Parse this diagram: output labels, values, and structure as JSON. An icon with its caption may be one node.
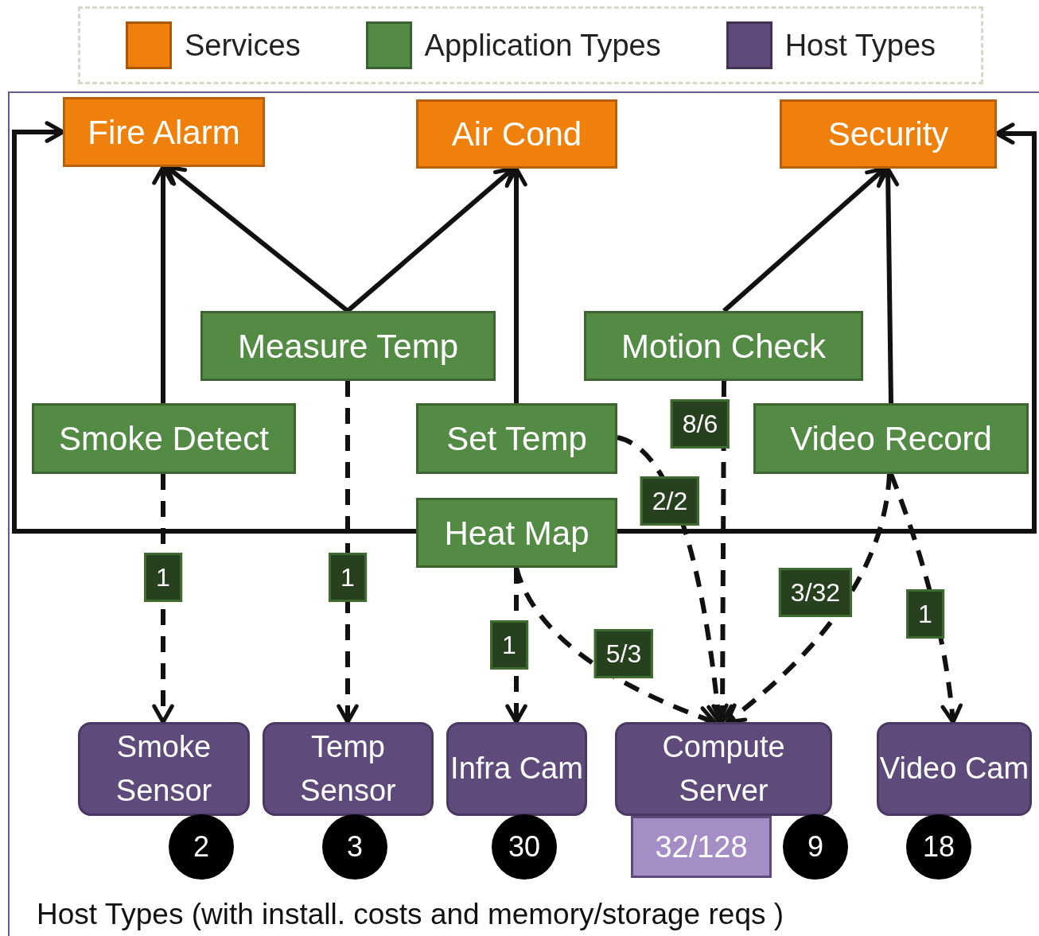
{
  "diagram": {
    "caption": "Host Types (with install. costs and memory/storage reqs )",
    "nodes": [
      {
        "text": [
          "Fire Alarm"
        ]
      },
      {
        "text": [
          "Air Cond"
        ]
      },
      {
        "text": [
          "Security"
        ]
      },
      {
        "text": [
          "Measure Temp"
        ]
      },
      {
        "text": [
          "Motion Check"
        ]
      },
      {
        "text": [
          "Smoke Detect"
        ]
      },
      {
        "text": [
          "Set Temp"
        ]
      },
      {
        "text": [
          "Video Record"
        ]
      },
      {
        "text": [
          "Heat Map"
        ]
      },
      {
        "text": [
          "Smoke Sensor"
        ]
      },
      {
        "text": [
          "Temp Sensor"
        ]
      },
      {
        "text": [
          "Infra Cam"
        ]
      },
      {
        "text": [
          "Compute Server"
        ]
      },
      {
        "text": [
          "Video Cam"
        ]
      },
      {
        "text": [
          "2"
        ]
      },
      {
        "text": [
          "3"
        ]
      },
      {
        "text": [
          "30"
        ]
      },
      {
        "text": [
          "32/128"
        ]
      },
      {
        "text": [
          "9"
        ]
      },
      {
        "text": [
          "18"
        ]
      }
    ],
    "edges": [
      {
        "from": 5,
        "to": 0,
        "arrow": "to"
      },
      {
        "from": 3,
        "to": 0,
        "arrow": "to"
      },
      {
        "from": 3,
        "to": 1,
        "arrow": "to"
      },
      {
        "from": 6,
        "to": 1,
        "arrow": "to"
      },
      {
        "from": 4,
        "to": 2,
        "arrow": "to"
      },
      {
        "from": 7,
        "to": 2,
        "arrow": "to"
      },
      {
        "from": 8,
        "to": 0,
        "arrow": "to"
      },
      {
        "from": 8,
        "to": 2,
        "arrow": "to"
      },
      {
        "from": 5,
        "to": 9,
        "arrow": "to",
        "label": "1",
        "style": "dashed"
      },
      {
        "from": 3,
        "to": 10,
        "arrow": "to",
        "label": "1",
        "style": "dashed"
      },
      {
        "from": 8,
        "to": 11,
        "arrow": "to",
        "label": "1",
        "style": "dashed"
      },
      {
        "from": 8,
        "to": 12,
        "arrow": "to",
        "label": "5/3",
        "style": "dashed"
      },
      {
        "from": 6,
        "to": 12,
        "arrow": "to",
        "label": "2/2",
        "style": "dashed"
      },
      {
        "from": 4,
        "to": 12,
        "arrow": "to",
        "label": "8/6",
        "style": "dashed"
      },
      {
        "from": 7,
        "to": 12,
        "arrow": "to",
        "label": "3/32",
        "style": "dashed"
      },
      {
        "from": 7,
        "to": 13,
        "arrow": "to",
        "label": "1",
        "style": "dashed"
      }
    ],
    "legend": [
      {
        "text": "Services",
        "color": "#f0800c"
      },
      {
        "text": "Application Types",
        "color": "#538b45"
      },
      {
        "text": "Host Types",
        "color": "#5f4a7c"
      }
    ]
  }
}
